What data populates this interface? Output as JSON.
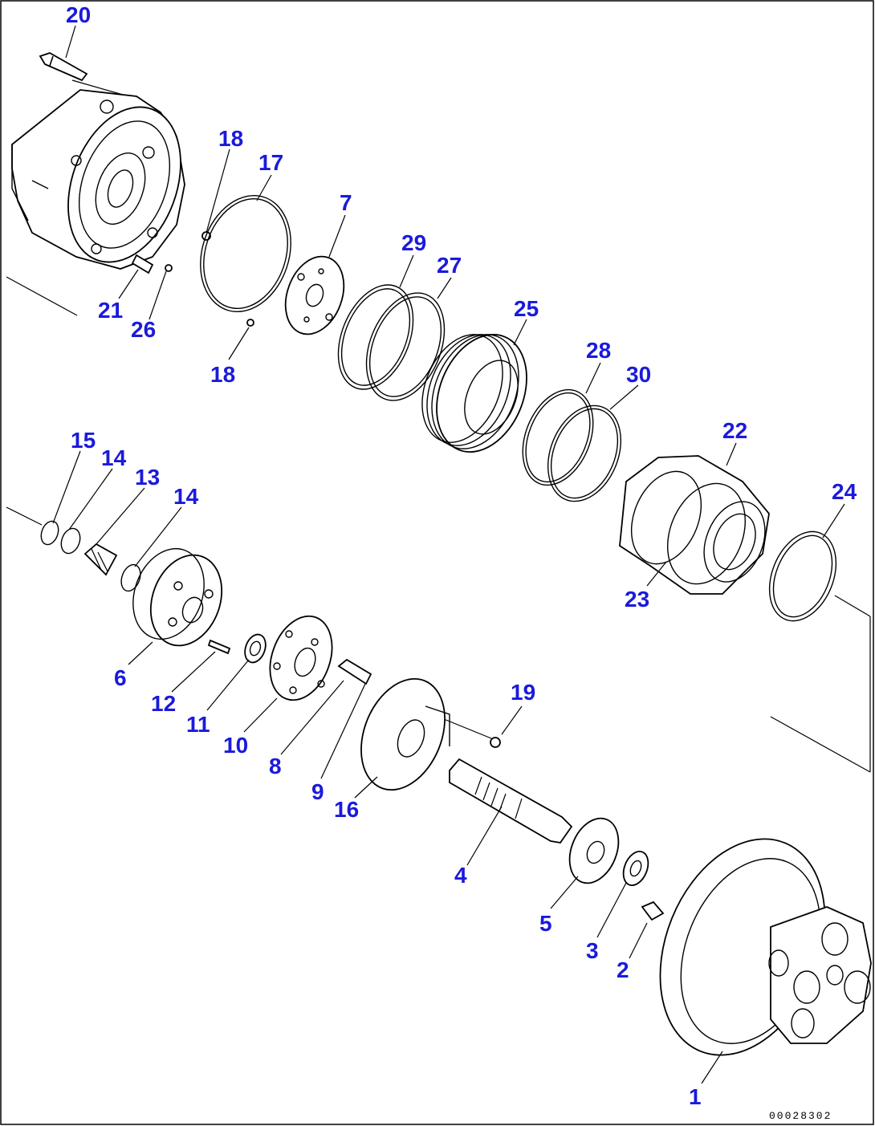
{
  "diagram": {
    "drawing_code": "00028302",
    "labels": [
      {
        "id": "l20",
        "text": "20"
      },
      {
        "id": "l18a",
        "text": "18"
      },
      {
        "id": "l17",
        "text": "17"
      },
      {
        "id": "l7",
        "text": "7"
      },
      {
        "id": "l29",
        "text": "29"
      },
      {
        "id": "l27",
        "text": "27"
      },
      {
        "id": "l25",
        "text": "25"
      },
      {
        "id": "l28",
        "text": "28"
      },
      {
        "id": "l30",
        "text": "30"
      },
      {
        "id": "l22",
        "text": "22"
      },
      {
        "id": "l24",
        "text": "24"
      },
      {
        "id": "l23",
        "text": "23"
      },
      {
        "id": "l21",
        "text": "21"
      },
      {
        "id": "l26",
        "text": "26"
      },
      {
        "id": "l18b",
        "text": "18"
      },
      {
        "id": "l15",
        "text": "15"
      },
      {
        "id": "l14a",
        "text": "14"
      },
      {
        "id": "l13",
        "text": "13"
      },
      {
        "id": "l14b",
        "text": "14"
      },
      {
        "id": "l6",
        "text": "6"
      },
      {
        "id": "l12",
        "text": "12"
      },
      {
        "id": "l11",
        "text": "11"
      },
      {
        "id": "l10",
        "text": "10"
      },
      {
        "id": "l8",
        "text": "8"
      },
      {
        "id": "l9",
        "text": "9"
      },
      {
        "id": "l16",
        "text": "16"
      },
      {
        "id": "l19",
        "text": "19"
      },
      {
        "id": "l4",
        "text": "4"
      },
      {
        "id": "l5",
        "text": "5"
      },
      {
        "id": "l3",
        "text": "3"
      },
      {
        "id": "l2",
        "text": "2"
      },
      {
        "id": "l1",
        "text": "1"
      }
    ]
  }
}
